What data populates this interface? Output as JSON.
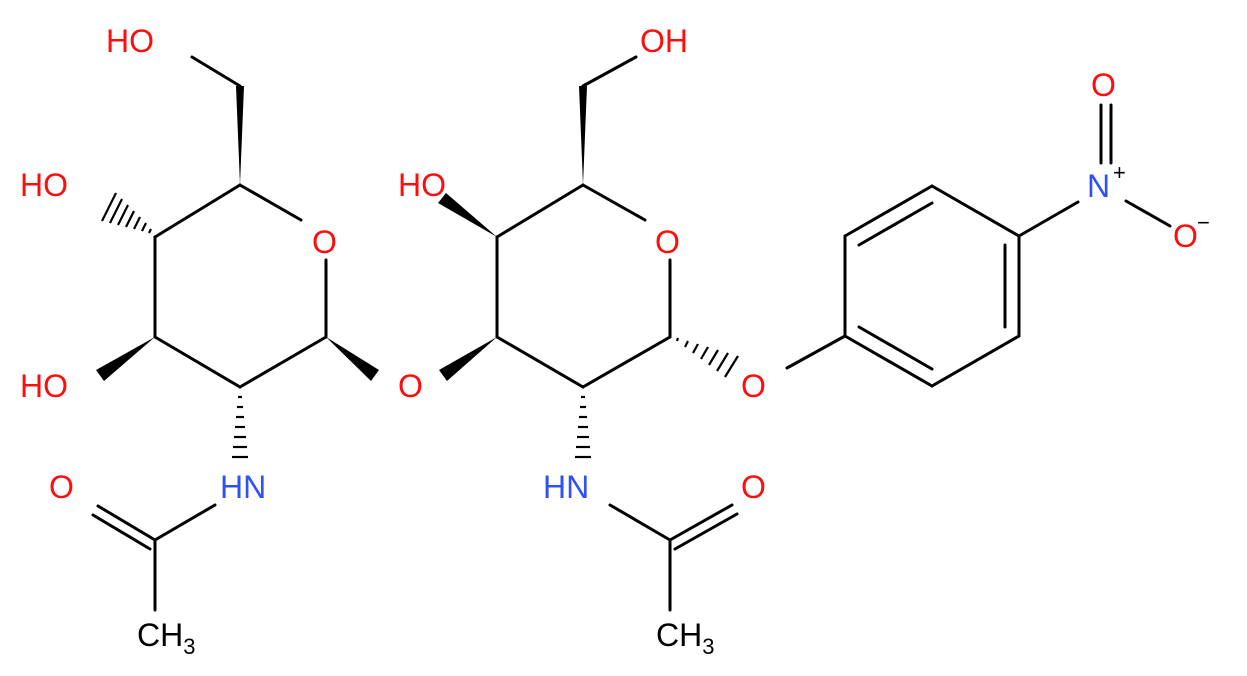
{
  "colors": {
    "bond": "#000000",
    "oxygen": "#ff0d0d",
    "nitrogen": "#3050f8",
    "carbon": "#000000"
  },
  "labels": {
    "ho_top_left": "HO",
    "ho_left_mid": "HO",
    "ho_left_low": "HO",
    "o_ring_left": "O",
    "o_glycosidic": "O",
    "hn_left": "HN",
    "o_acetyl_left": "O",
    "ch3_left": "CH",
    "ch3_left_sub": "3",
    "oh_top_mid": "OH",
    "ho_mid": "HO",
    "o_ring_right": "O",
    "o_phenoxy": "O",
    "hn_right": "HN",
    "o_acetyl_right": "O",
    "ch3_right": "CH",
    "ch3_right_sub": "3",
    "o_nitro_top": "O",
    "n_nitro": "N",
    "n_nitro_charge": "+",
    "o_nitro_right": "O",
    "o_nitro_charge": "−"
  }
}
